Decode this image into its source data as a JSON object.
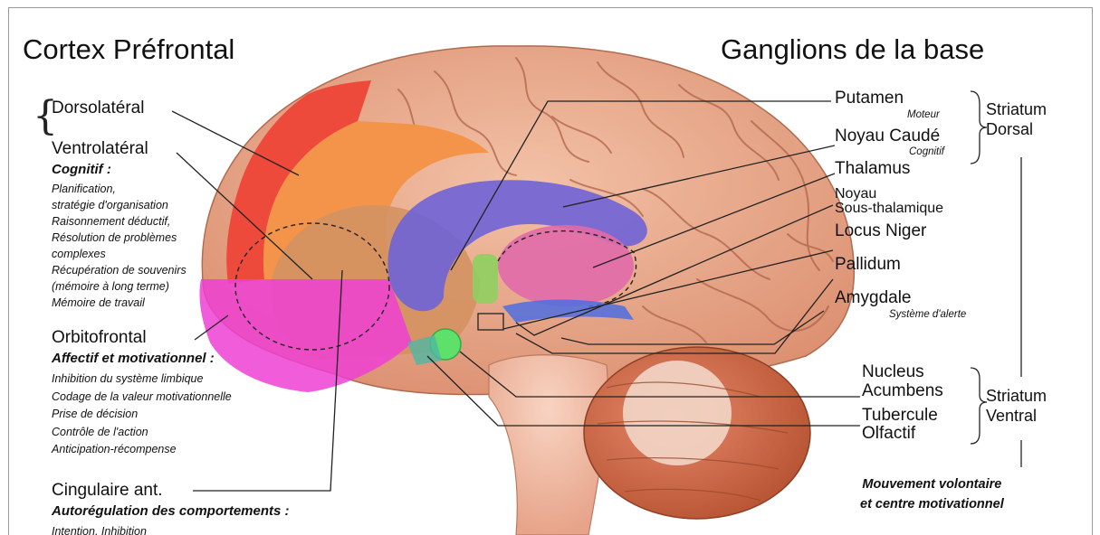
{
  "titles": {
    "left": "Cortex Préfrontal",
    "right": "Ganglions de la base"
  },
  "prefrontal": {
    "dorsolateral": "Dorsolatéral",
    "ventrolateral": "Ventrolatéral",
    "cognitif_heading": "Cognitif :",
    "cognitif_items": [
      "Planification,",
      "stratégie d'organisation",
      "Raisonnement déductif,",
      "Résolution de problèmes",
      "complexes",
      "Récupération de souvenirs",
      "(mémoire à long terme)",
      "Mémoire de travail"
    ],
    "orbitofrontal": "Orbitofrontal",
    "affectif_heading": "Affectif et motivationnel :",
    "affectif_items": [
      "Inhibition du système limbique",
      "Codage de la valeur motivationnelle",
      "Prise de décision",
      "Contrôle de l'action",
      "Anticipation-récompense"
    ],
    "cingulaire": "Cingulaire ant.",
    "autoregulation_heading": "Autorégulation des comportements :",
    "autoregulation_items": [
      "Intention, Inhibition"
    ]
  },
  "basal_ganglia": {
    "putamen": "Putamen",
    "putamen_note": "Moteur",
    "noyau_caude": "Noyau Caudé",
    "noyau_caude_note": "Cognitif",
    "thalamus": "Thalamus",
    "sous_thalamique_line1": "Noyau",
    "sous_thalamique_line2": "Sous-thalamique",
    "locus_niger": "Locus Niger",
    "pallidum": "Pallidum",
    "amygdale": "Amygdale",
    "amygdale_note": "Système d'alerte",
    "nucleus_line1": "Nucleus",
    "nucleus_line2": "Acumbens",
    "tubercule_line1": "Tubercule",
    "tubercule_line2": "Olfactif"
  },
  "groups": {
    "striatum_dorsal_line1": "Striatum",
    "striatum_dorsal_line2": "Dorsal",
    "striatum_ventral_line1": "Striatum",
    "striatum_ventral_line2": "Ventral",
    "footer_line1": "Mouvement volontaire",
    "footer_line2": "et centre motivationnel"
  },
  "colors": {
    "brain_skin": "#e9a98c",
    "dorsolateral_red": "#ee4a3c",
    "ventrolateral_orange": "#f3944a",
    "orbitofrontal_magenta": "#ee3fd3",
    "striatum_purple": "#6f63d6",
    "thalamus_pink": "#e06aa8",
    "accumbens_green": "#5fe06a",
    "cerebellum_orange": "#d66f4e"
  }
}
